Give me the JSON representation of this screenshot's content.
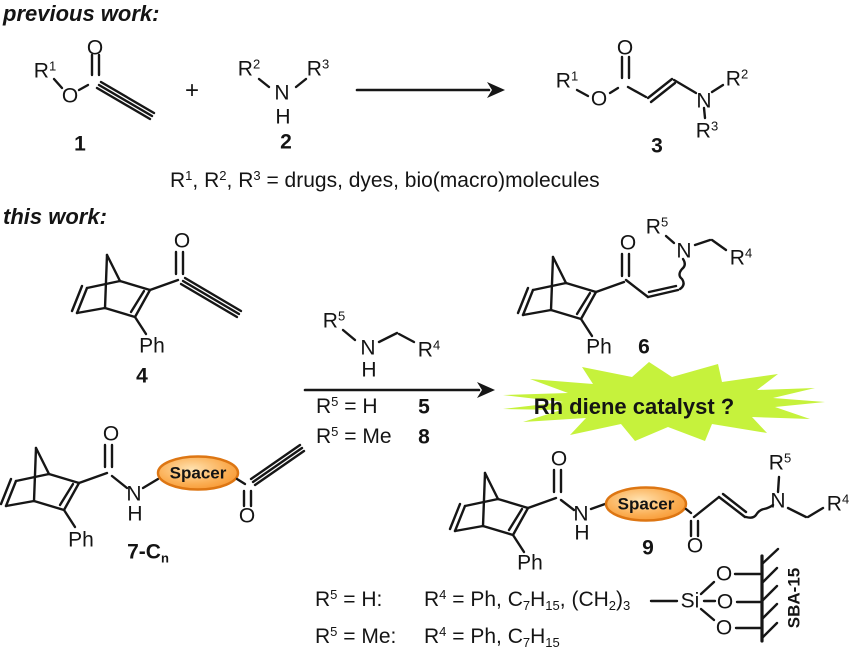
{
  "headings": {
    "previous": "previous work:",
    "this_work": "this work:"
  },
  "atoms": {
    "R": "R",
    "O": "O",
    "N": "N",
    "H": "H",
    "Ph": "Ph",
    "Si": "Si",
    "plus": "+"
  },
  "superscripts": {
    "s1": "1",
    "s2": "2",
    "s3": "3",
    "s4": "4",
    "s5": "5"
  },
  "compound_labels": {
    "c1": "1",
    "c2": "2",
    "c3": "3",
    "c4": "4",
    "c5": "5",
    "c6": "6",
    "c7_main": "7-C",
    "c7_sub": "n",
    "c8": "8",
    "c9": "9"
  },
  "scope_note": {
    "sep": ", ",
    "tail": " = drugs, dyes, bio(macro)molecules"
  },
  "conditions": {
    "line1_eq": " = H",
    "line2_eq": " = Me"
  },
  "starburst": {
    "text": "Rh diene catalyst ?",
    "fill": "#c6f23c"
  },
  "spacer": {
    "label": "Spacer",
    "fill_center": "#ffe2b0",
    "fill_mid": "#fbaf55",
    "fill_edge": "#f68b1f",
    "stroke": "#dd7613"
  },
  "footnote": {
    "line1_eq": " = H:",
    "line2_eq": " = Me:",
    "val_start": " = Ph, C",
    "sub7": "7",
    "h": "H",
    "sub15": "15",
    "val_mid": ", (CH",
    "sub2": "2",
    "paren": ")",
    "sub3": "3",
    "support": "SBA-15"
  }
}
